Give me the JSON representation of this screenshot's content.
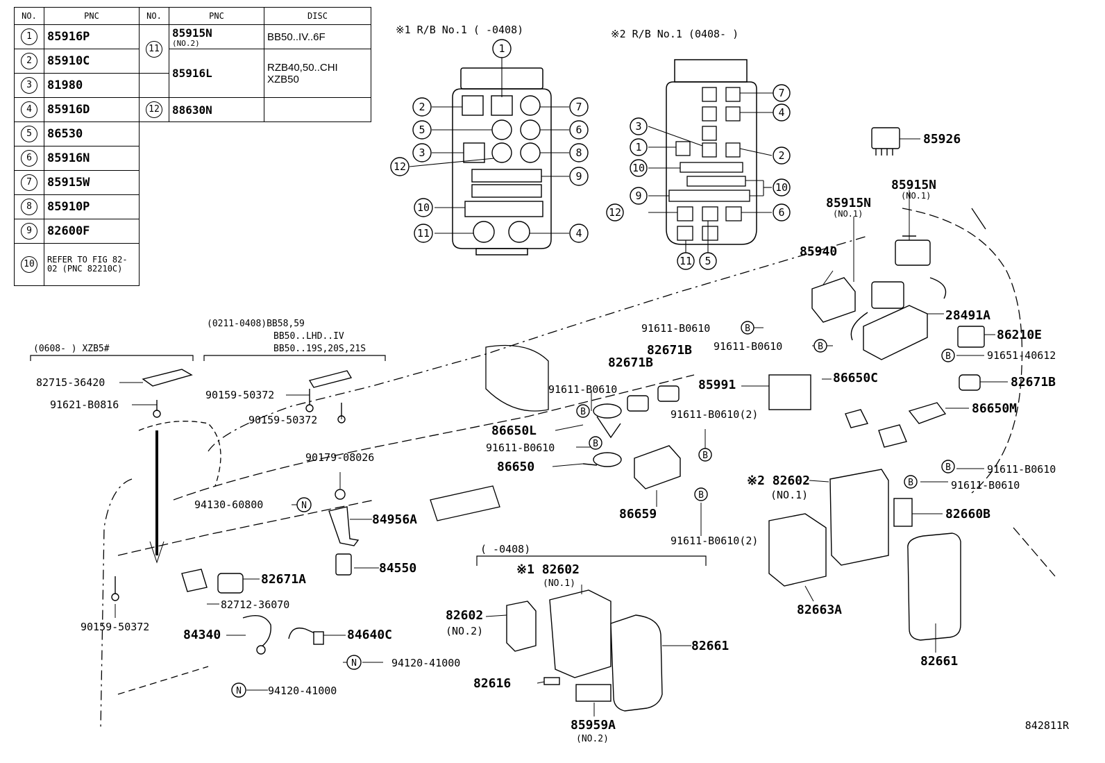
{
  "table": {
    "headers": [
      "NO.",
      "PNC",
      "NO.",
      "PNC",
      "DISC"
    ],
    "left_rows": [
      {
        "no": "1",
        "pnc": "85916P"
      },
      {
        "no": "2",
        "pnc": "85910C"
      },
      {
        "no": "3",
        "pnc": "81980"
      },
      {
        "no": "4",
        "pnc": "85916D"
      },
      {
        "no": "5",
        "pnc": "86530"
      },
      {
        "no": "6",
        "pnc": "85916N"
      },
      {
        "no": "7",
        "pnc": "85915W"
      },
      {
        "no": "8",
        "pnc": "85910P"
      },
      {
        "no": "9",
        "pnc": "82600F"
      },
      {
        "no": "10",
        "pnc": "REFER TO FIG 82-02 (PNC 82210C)"
      }
    ],
    "right_rows": [
      {
        "no": "11",
        "pnc": "85915N",
        "pnc_sub": "(NO.2)",
        "disc": "BB50..IV..6F"
      },
      {
        "no": "",
        "pnc": "85916L",
        "disc": "RZB40,50..CHI XZB50"
      },
      {
        "no": "12",
        "pnc": "88630N",
        "disc": ""
      }
    ]
  },
  "inset_headers": {
    "rb1": "※1 R/B No.1 (     -0408)",
    "rb2": "※2 R/B No.1 (0408-     )"
  },
  "inset_callouts": {
    "rb1": [
      "1",
      "2",
      "7",
      "5",
      "6",
      "3",
      "8",
      "12",
      "9",
      "10",
      "11",
      "4"
    ],
    "rb2": [
      "7",
      "4",
      "3",
      "2",
      "1",
      "10",
      "10",
      "9",
      "12",
      "6",
      "11",
      "5"
    ]
  },
  "group_headers": {
    "xzb": "(0608-     ) XZB5#",
    "bb58": "(0211-0408)BB58,59",
    "bb50_lhd": "BB50..LHD..IV",
    "bb50_19s": "BB50..19S,20S,21S",
    "old_rb": "(     -0408)"
  },
  "part_labels": {
    "p85926": "85926",
    "p85915n_1a": "85915N",
    "p85915n_1a_sub": "(NO.1)",
    "p85915n_1b": "85915N",
    "p85915n_1b_sub": "(NO.1)",
    "p85940": "85940",
    "p28491a": "28491A",
    "p86210e": "86210E",
    "p91651": "91651-40612",
    "p82671b_r": "82671B",
    "p86650m": "86650M",
    "p91611_r1": "91611-B0610",
    "p91611_r2": "91611-B0610",
    "p82660b": "82660B",
    "p82661_r": "82661",
    "p82663a": "82663A",
    "p82602_x2": "※2 82602",
    "p82602_x2_sub": "(NO.1)",
    "p86650c": "86650C",
    "p85991": "85991",
    "p91611_a": "91611-B0610",
    "p91611_b": "91611-B0610",
    "p82671b_a": "82671B",
    "p82671b_b": "82671B",
    "p91611_c": "91611-B0610",
    "p86650l": "86650L",
    "p91611_d": "91611-B0610",
    "p86650": "86650",
    "p91611_e": "91611-B0610(2)",
    "p86659": "86659",
    "p91611_f": "91611-B0610(2)",
    "p82602_x1": "※1 82602",
    "p82602_x1_sub": "(NO.1)",
    "p82602_no2": "82602",
    "p82602_no2_sub": "(NO.2)",
    "p82661_c": "82661",
    "p82616": "82616",
    "p85959a": "85959A",
    "p85959a_sub": "(NO.2)",
    "p82715": "82715-36420",
    "p91621": "91621-B0816",
    "p90159_a": "90159-50372",
    "p90159_b": "90159-50372",
    "p90179": "90179-08026",
    "p94130": "94130-60800",
    "p84956a": "84956A",
    "p84550": "84550",
    "p82671a": "82671A",
    "p82712": "82712-36070",
    "p90159_c": "90159-50372",
    "p84340": "84340",
    "p84640c": "84640C",
    "p94120_a": "94120-41000",
    "p94120_b": "94120-41000"
  },
  "markers": {
    "b": "B",
    "n": "N"
  },
  "figure_id": "842811R"
}
